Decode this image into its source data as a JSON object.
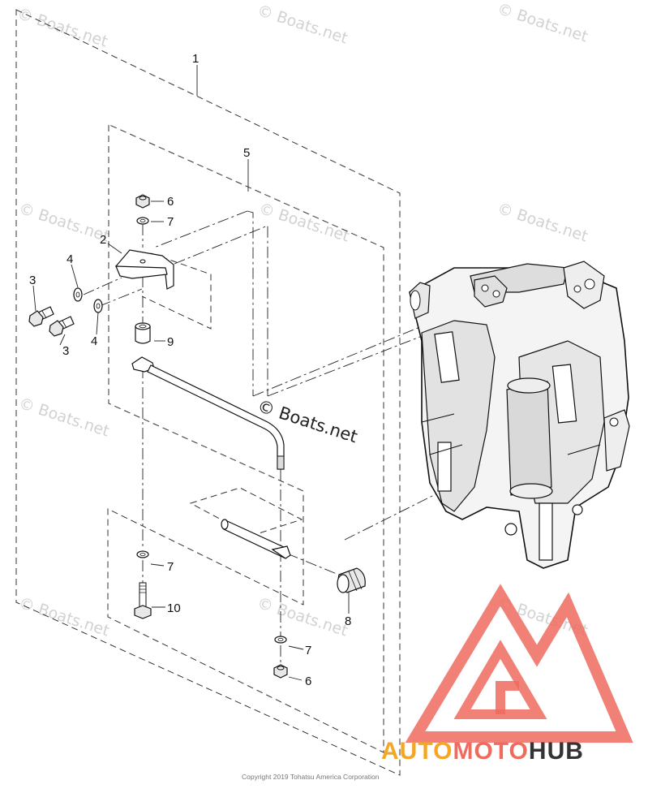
{
  "callouts": [
    "1",
    "5",
    "6",
    "7",
    "2",
    "4",
    "3",
    "3",
    "4",
    "9",
    "7",
    "10",
    "8",
    "7",
    "6"
  ],
  "watermark": {
    "text": "© Boats.net"
  },
  "copyright": "Copyright 2019 Tohatsu America Corporation",
  "logo": {
    "part_a": "AUTO",
    "part_b": "MOTO",
    "part_c": "HUB"
  },
  "colors": {
    "logo_triangle": "#ef6b5e",
    "logo_auto": "#f5a623",
    "logo_moto": "#ef6b5e",
    "logo_hub": "#333333"
  }
}
